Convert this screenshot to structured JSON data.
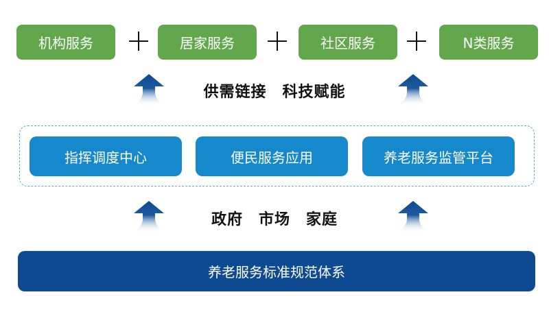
{
  "services": [
    {
      "label": "机构服务"
    },
    {
      "label": "居家服务"
    },
    {
      "label": "社区服务"
    },
    {
      "label": "N类服务"
    }
  ],
  "connector_symbol": "+",
  "upper_caption": "供需链接　科技赋能",
  "platforms": [
    {
      "label": "指挥调度中心"
    },
    {
      "label": "便民服务应用"
    },
    {
      "label": "养老服务监管平台"
    }
  ],
  "lower_caption": "政府　市场　家庭",
  "foundation": {
    "label": "养老服务标准规范体系"
  },
  "colors": {
    "service_green": "#62a74c",
    "platform_blue": "#1689cc",
    "foundation_navy": "#0d4a91",
    "dashed_border": "#5ba8d8",
    "arrow_blue": "#0d4a91"
  }
}
